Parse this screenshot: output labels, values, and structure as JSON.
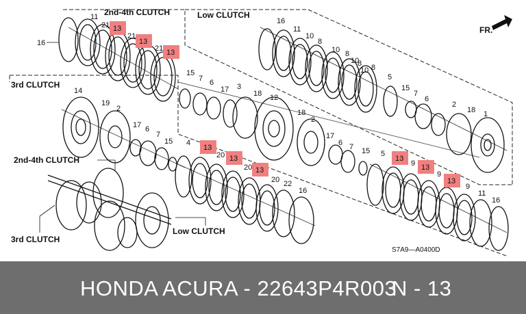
{
  "diagram": {
    "sections": {
      "second_fourth_top": "2nd-4th CLUTCH",
      "low_top": "Low CLUTCH",
      "third_left": "3rd CLUTCH",
      "second_fourth_left": "2nd-4th CLUTCH",
      "third_bottom": "3rd CLUTCH",
      "low_bottom": "Low CLUTCH"
    },
    "front_arrow_label": "FR.",
    "drawing_code": "S7A9—A0400D",
    "highlight_color": "#f08080",
    "highlight_label": "13",
    "part_numbers": {
      "p16a": "16",
      "p11a": "11",
      "p21a": "21",
      "p21b": "21",
      "p21c": "21",
      "p16b": "16",
      "p11b": "11",
      "p10a": "10",
      "p8a": "8",
      "p10b": "10",
      "p8b": "8",
      "p10c": "10",
      "p8c": "8",
      "p10d": "10",
      "p8d": "8",
      "p5a": "5",
      "p15a": "15",
      "p7a": "7",
      "p6a": "6",
      "p17a": "17",
      "p3": "3",
      "p18a": "18",
      "p12": "12",
      "p15b": "15",
      "p7b": "7",
      "p6b": "6",
      "p2a": "2",
      "p18b": "18",
      "p1": "1",
      "p14": "14",
      "p19": "19",
      "p2b": "2",
      "p17b": "17",
      "p6c": "6",
      "p7c": "7",
      "p15c": "15",
      "p18c": "18",
      "p2c": "2",
      "p17c": "17",
      "p6d": "6",
      "p7d": "7",
      "p15d": "15",
      "p4": "4",
      "p20a": "20",
      "p20b": "20",
      "p20c": "20",
      "p22": "22",
      "p16c": "16",
      "p5b": "5",
      "p9a": "9",
      "p9b": "9",
      "p9c": "9",
      "p11c": "11",
      "p16d": "16"
    }
  },
  "footer": {
    "left_text": "HONDA ACURA - 22643P4R003",
    "right_text": "N - 13",
    "background": "#6e6e6e"
  }
}
